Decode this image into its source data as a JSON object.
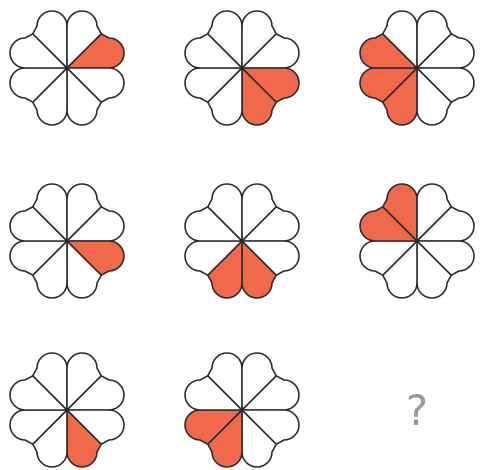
{
  "colors": {
    "filled": "#F0694A",
    "empty": "#FFFFFF",
    "outline": "#2B2B2B",
    "question_mark": "#9A9A9A"
  },
  "grid": {
    "rows": 3,
    "cols": 3,
    "petals_per_flower": 8,
    "petal_order": [
      "upper-right-horizontal",
      "lower-right-horizontal",
      "lower-right-vertical",
      "lower-left-vertical",
      "lower-left-horizontal",
      "upper-left-horizontal",
      "upper-left-vertical",
      "upper-right-vertical"
    ],
    "cells": [
      {
        "filled_petals": [
          0
        ]
      },
      {
        "filled_petals": [
          1,
          2
        ]
      },
      {
        "filled_petals": [
          3,
          4,
          5
        ]
      },
      {
        "filled_petals": [
          1
        ]
      },
      {
        "filled_petals": [
          2,
          3
        ]
      },
      {
        "filled_petals": [
          5,
          6
        ]
      },
      {
        "filled_petals": [
          2
        ]
      },
      {
        "filled_petals": [
          3,
          4
        ]
      },
      {
        "question_mark": "?"
      }
    ]
  }
}
